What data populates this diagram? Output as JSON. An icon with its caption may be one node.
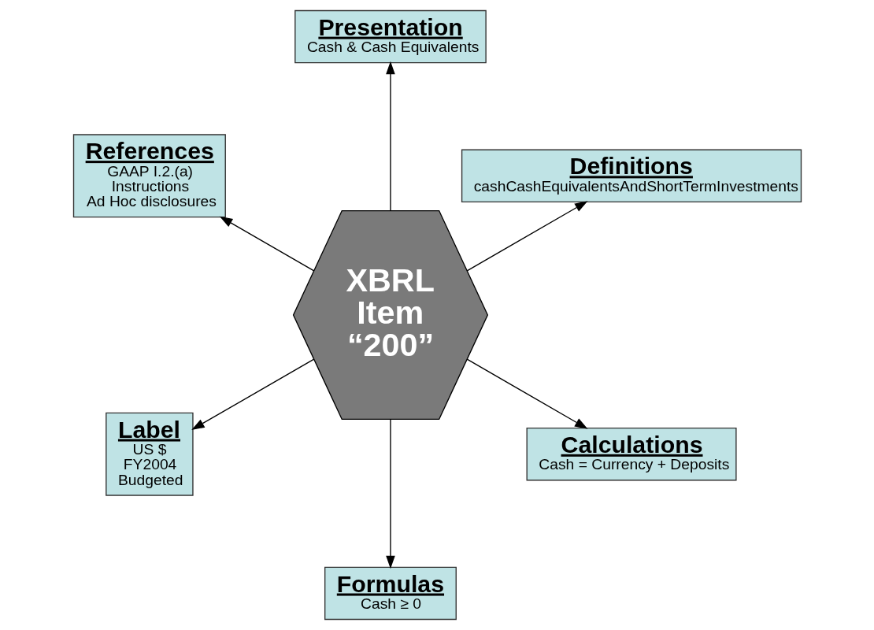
{
  "diagram": {
    "nodes": [
      {
        "text": [
          "XBRL Item “200”"
        ]
      },
      {
        "text": [
          "Definitions",
          "cashCashEquivalentsAndShortTermInvestments"
        ]
      },
      {
        "text": [
          "Presentation",
          "Cash & Cash Equivalents"
        ]
      },
      {
        "text": [
          "References",
          "GAAP I.2.(a)",
          "Instructions",
          "Ad Hoc disclosures"
        ]
      },
      {
        "text": [
          "Label",
          "US $",
          "FY2004",
          "Budgeted"
        ]
      },
      {
        "text": [
          "Formulas",
          "Cash ≥ 0"
        ]
      },
      {
        "text": [
          "Calculations",
          "Cash = Currency + Deposits"
        ]
      }
    ],
    "edges": [
      {
        "from": 0,
        "to": 1,
        "arrow": "to"
      },
      {
        "from": 0,
        "to": 2,
        "arrow": "to"
      },
      {
        "from": 0,
        "to": 3,
        "arrow": "to"
      },
      {
        "from": 0,
        "to": 4,
        "arrow": "to"
      },
      {
        "from": 0,
        "to": 5,
        "arrow": "to"
      },
      {
        "from": 0,
        "to": 6,
        "arrow": "to"
      }
    ]
  }
}
